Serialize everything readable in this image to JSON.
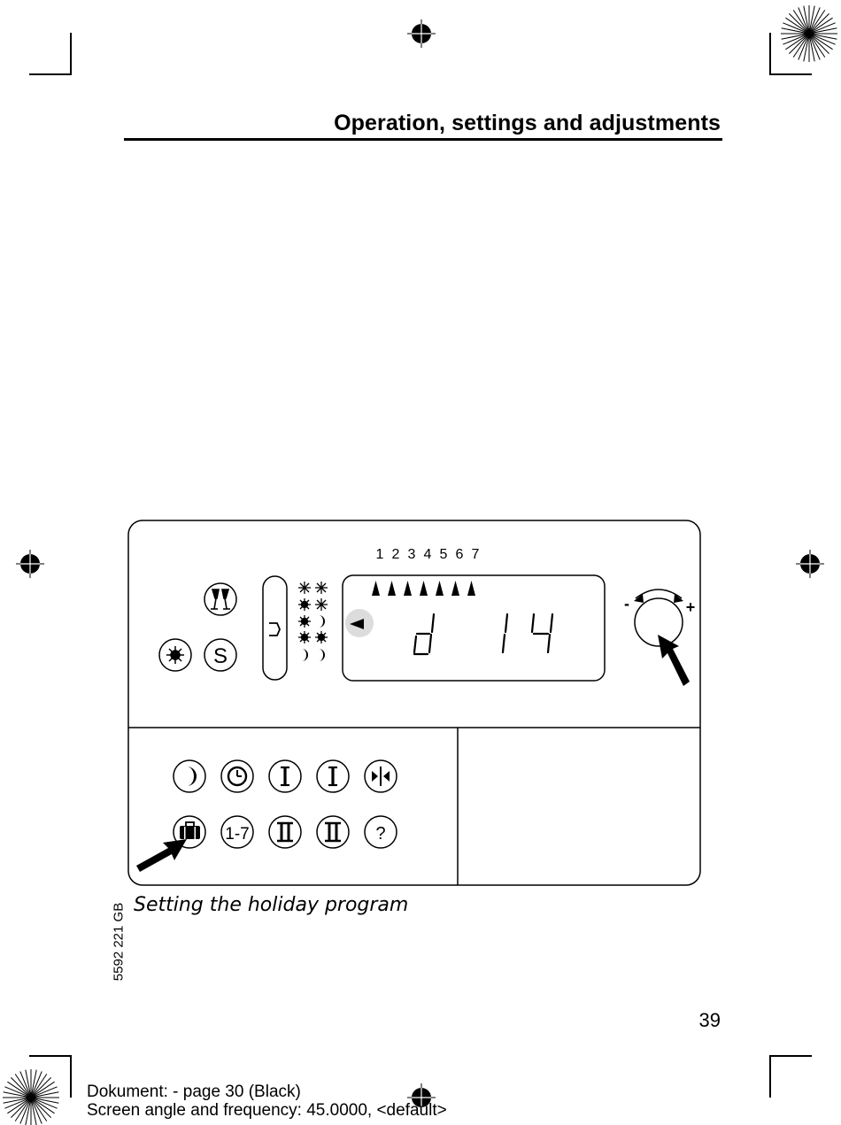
{
  "header": {
    "title": "Operation, settings and adjustments"
  },
  "figure": {
    "day_numbers": [
      "1",
      "2",
      "3",
      "4",
      "5",
      "6",
      "7"
    ],
    "lcd_readout": {
      "left_digit": "d",
      "right_digits": "14"
    },
    "knob": {
      "minus_label": "-",
      "plus_label": "+"
    },
    "buttons_top_row": [
      {
        "icon": "moon-icon"
      },
      {
        "icon": "clock-icon"
      },
      {
        "icon": "program-i-icon"
      },
      {
        "icon": "program-i-icon"
      },
      {
        "icon": "split-arrows-icon"
      }
    ],
    "buttons_bottom_row": [
      {
        "icon": "suitcase-icon"
      },
      {
        "label": "1-7"
      },
      {
        "icon": "program-ii-icon"
      },
      {
        "icon": "program-ii-icon"
      },
      {
        "label": "?"
      }
    ],
    "party_button": {
      "icon": "party-glasses-icon"
    },
    "sun_button": {
      "icon": "sun-icon"
    },
    "s_button": {
      "label": "S"
    }
  },
  "caption": "Setting the holiday program",
  "doc_code": "5592 221 GB",
  "page_number": "39",
  "footer": {
    "line1": "Dokument: - page 30 (Black)",
    "line2": "Screen angle and frequency: 45.0000, <default>"
  }
}
